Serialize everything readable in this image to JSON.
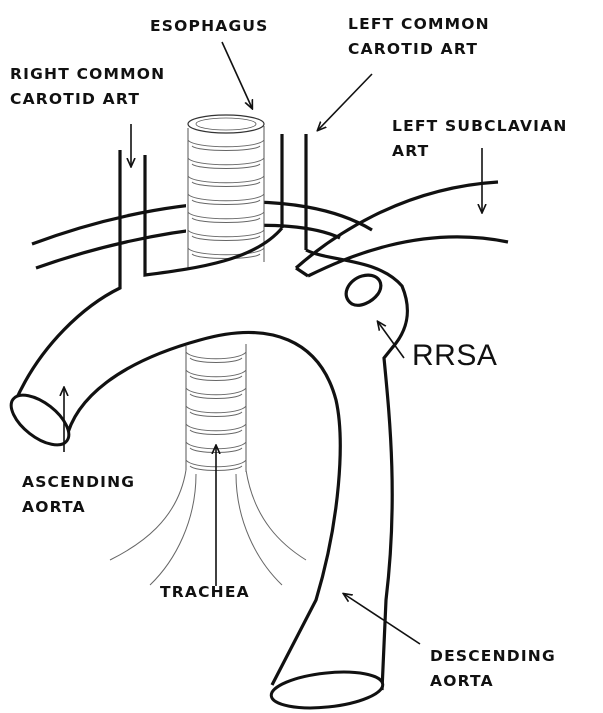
{
  "labels": {
    "esophagus": "ESOPHAGUS",
    "left_common_carotid": {
      "line1": "LEFT COMMON",
      "line2": "CAROTID ART"
    },
    "right_common_carotid": {
      "line1": "RIGHT COMMON",
      "line2": "CAROTID ART"
    },
    "left_subclavian": {
      "line1": "LEFT SUBCLAVIAN",
      "line2": "ART"
    },
    "rrsa": "RRSA",
    "ascending_aorta": {
      "line1": "ASCENDING",
      "line2": "AORTA"
    },
    "trachea": "TRACHEA",
    "descending_aorta": {
      "line1": "DESCENDING",
      "line2": "AORTA"
    }
  },
  "colors": {
    "ink": "#111111",
    "fine_ink": "#555555",
    "background": "#ffffff"
  }
}
